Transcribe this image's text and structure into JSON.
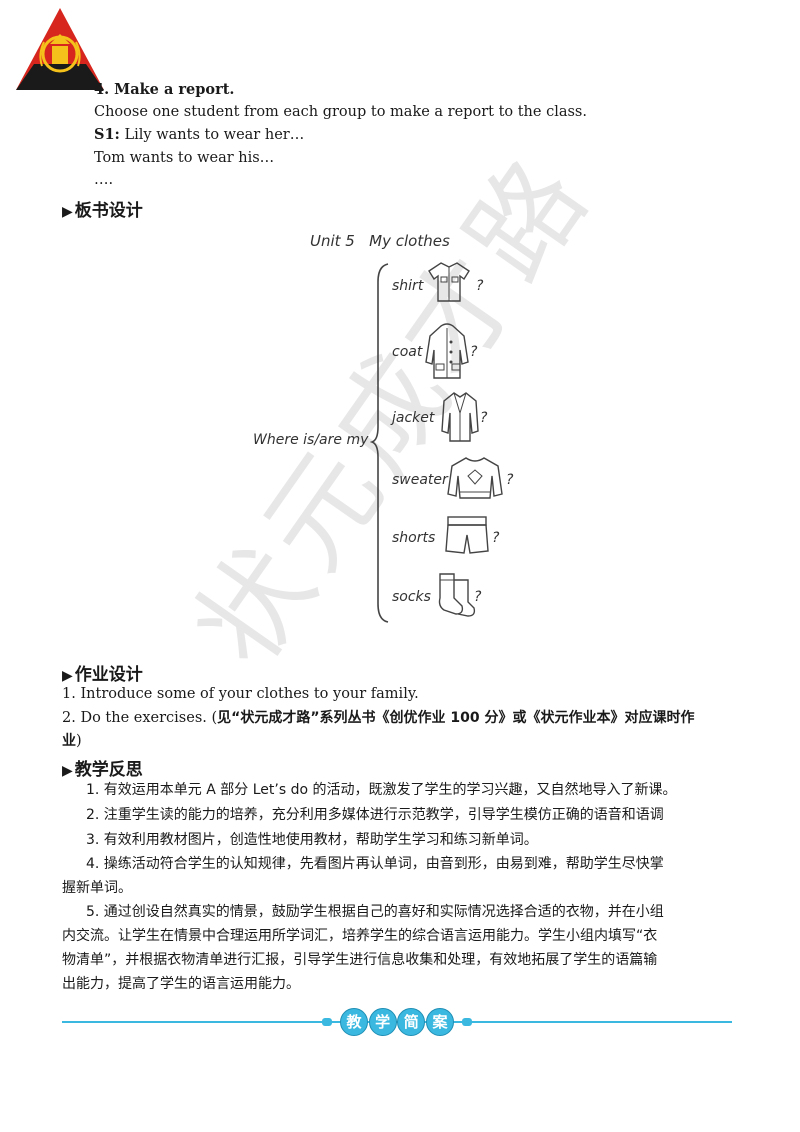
{
  "intro": {
    "step_title": "4. Make a report.",
    "instruction": "Choose one student from each group to make a report to the class.",
    "s1_label": "S1:",
    "s1_text": "Lily  wants  to  wear  her…",
    "line2": "Tom wants to wear his…",
    "line3": "…."
  },
  "board": {
    "heading": "板书设计",
    "title": "Unit 5   My clothes",
    "lead": "Where is/are my",
    "items": [
      {
        "word": "shirt",
        "icon": "shirt-icon"
      },
      {
        "word": "coat",
        "icon": "coat-icon"
      },
      {
        "word": "jacket",
        "icon": "jacket-icon"
      },
      {
        "word": "sweater",
        "icon": "sweater-icon"
      },
      {
        "word": "shorts",
        "icon": "shorts-icon"
      },
      {
        "word": "socks",
        "icon": "socks-icon"
      }
    ],
    "qmark": "?"
  },
  "homework": {
    "heading": "作业设计",
    "item1": "1. Introduce some of your clothes to your family.",
    "item2_prefix": "2. Do the exercises. (",
    "item2_bold": "见“状元成才路”系列丛书《创优作业 100 分》或《状元作业本》对应课时作",
    "item2_tail": "业",
    "item2_close": ")"
  },
  "reflection": {
    "heading": "教学反思",
    "p1": "1. 有效运用本单元 A 部分 Let’s  do 的活动，既激发了学生的学习兴趣，又自然地导入了新课。",
    "p2": "2. 注重学生读的能力的培养，充分利用多媒体进行示范教学，引导学生模仿正确的语音和语调",
    "p3": "3. 有效利用教材图片，创造性地使用教材，帮助学生学习和练习新单词。",
    "p4a": "4. 操练活动符合学生的认知规律，先看图片再认单词，由音到形，由易到难，帮助学生尽快掌",
    "p4b": "握新单词。",
    "p5a": "5. 通过创设自然真实的情景，鼓励学生根据自己的喜好和实际情况选择合适的衣物，并在小组",
    "p5b": "内交流。让学生在情景中合理运用所学词汇，培养学生的综合语言运用能力。学生小组内填写“衣",
    "p5c": "物清单”，并根据衣物清单进行汇报，引导学生进行信息收集和处理，有效地拓展了学生的语篇输",
    "p5d": "出能力，提高了学生的语言运用能力。"
  },
  "footer": {
    "chars": [
      "教",
      "学",
      "简",
      "案"
    ]
  },
  "watermark": "状元成才路",
  "colors": {
    "logo_red": "#d7261e",
    "logo_gold": "#f4c21a",
    "footer_blue": "#3ab8e0"
  }
}
